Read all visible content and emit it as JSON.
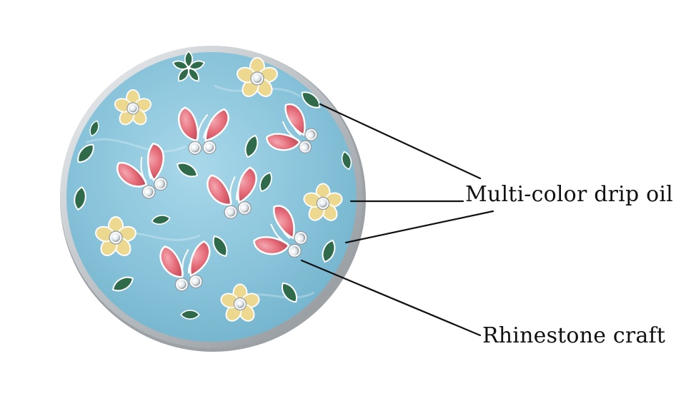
{
  "callouts": {
    "drip_oil": "Multi-color drip oil",
    "rhinestone": "Rhinestone craft"
  },
  "colors": {
    "enamel_blue": "#8ac3d8",
    "rim_silver": "#c9cdd0",
    "petal_pink": "#e46a77",
    "flower_yellow": "#ecd88f",
    "leaf_green": "#2f6b4a",
    "rhinestone": "#e9eef2",
    "leader_line": "#111111"
  },
  "icons": [
    "enamel-badge-illustration",
    "butterfly-motif",
    "flower-motif",
    "leaf-motif",
    "rhinestone-gem"
  ]
}
